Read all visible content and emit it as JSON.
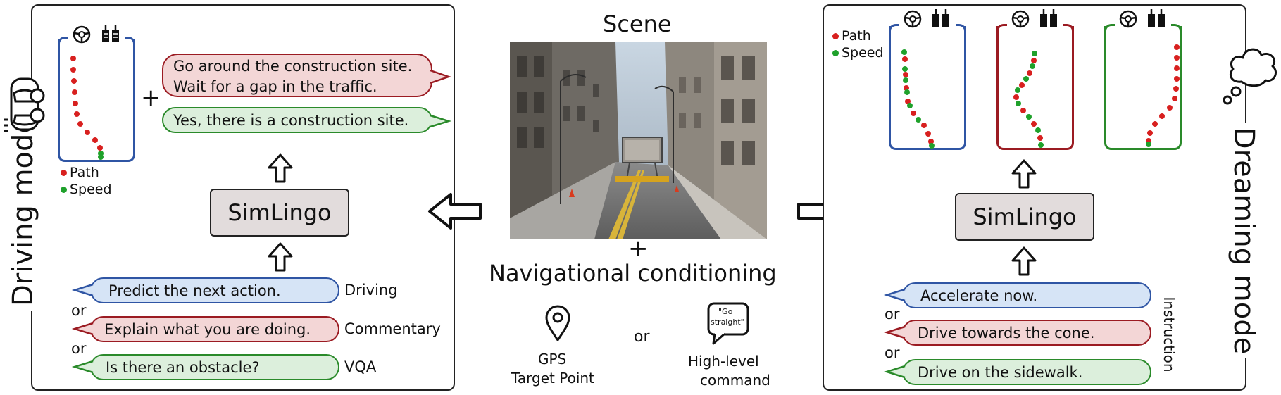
{
  "scene": {
    "title": "Scene",
    "plus": "+",
    "nav_title": "Navigational conditioning",
    "or": "or",
    "gps_label_line1": "GPS",
    "gps_label_line2": "Target Point",
    "command_bubble_line1": "\"Go",
    "command_bubble_line2": "straight\"",
    "command_label_line1": "High-level",
    "command_label_line2": "command"
  },
  "driving": {
    "side_title": "Driving mode",
    "legend_path": "Path",
    "legend_speed": "Speed",
    "plus": "+",
    "output_commentary_line1": "Go around the construction site.",
    "output_commentary_line2": "Wait for a gap in the traffic.",
    "output_answer": "Yes, there is a construction site.",
    "model": "SimLingo",
    "prompts": [
      {
        "text": "Predict the next action.",
        "tag": "Driving"
      },
      {
        "text": "Explain what you are doing.",
        "tag": "Commentary"
      },
      {
        "text": "Is there an obstacle?",
        "tag": "VQA"
      }
    ],
    "or_word": "or"
  },
  "dreaming": {
    "side_title": "Dreaming mode",
    "legend_path": "Path",
    "legend_speed": "Speed",
    "model": "SimLingo",
    "instruction_label": "Instruction",
    "instructions": [
      "Accelerate now.",
      "Drive towards the cone.",
      "Drive on the sidewalk."
    ],
    "or_word": "or"
  },
  "colors": {
    "red": "#9b1b22",
    "green": "#2a8a2a",
    "blue": "#2f55a4",
    "path_dot": "#d8201f",
    "speed_dot": "#1fa12b",
    "model_fill": "#e2dcdc"
  },
  "icons": [
    "car-icon",
    "steering-wheel-icon",
    "pedals-icon",
    "location-pin-icon",
    "speech-bubble-icon",
    "thought-cloud-icon",
    "arrow-left-icon",
    "arrow-right-icon",
    "arrow-up-icon"
  ]
}
